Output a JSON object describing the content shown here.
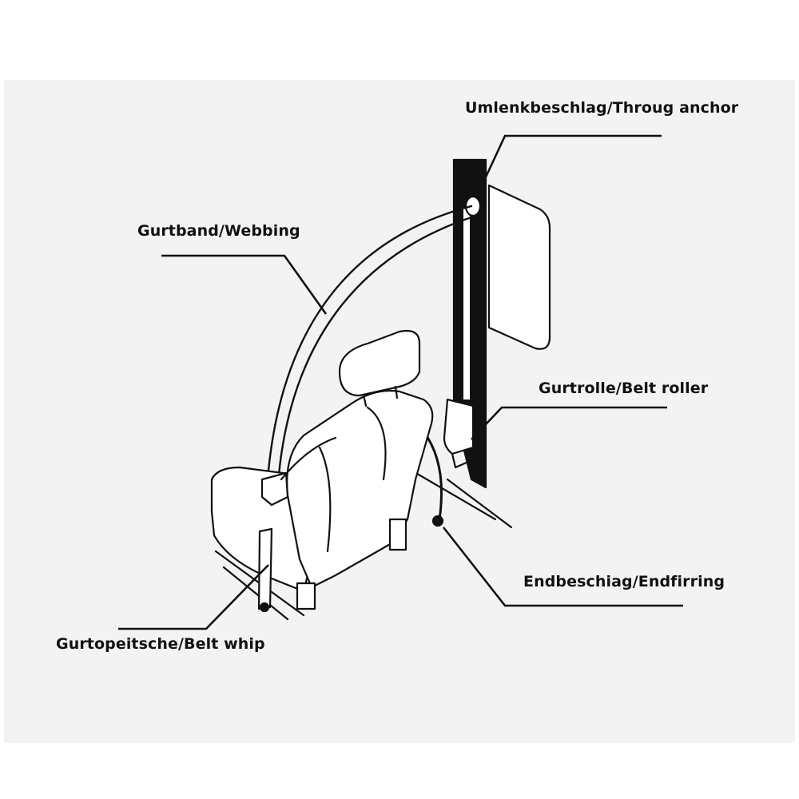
{
  "labels": {
    "through_anchor": "Umlenkbeschlag/Throug anchor",
    "webbing": "Gurtband/Webbing",
    "belt_roller": "Gurtrolle/Belt roller",
    "end_fitting": "Endbeschiag/Endfirring",
    "belt_whip": "Gurtopeitsche/Belt whip"
  },
  "colors": {
    "line": "#111111",
    "background": "#ffffff",
    "panel": "#f2f2f2"
  }
}
